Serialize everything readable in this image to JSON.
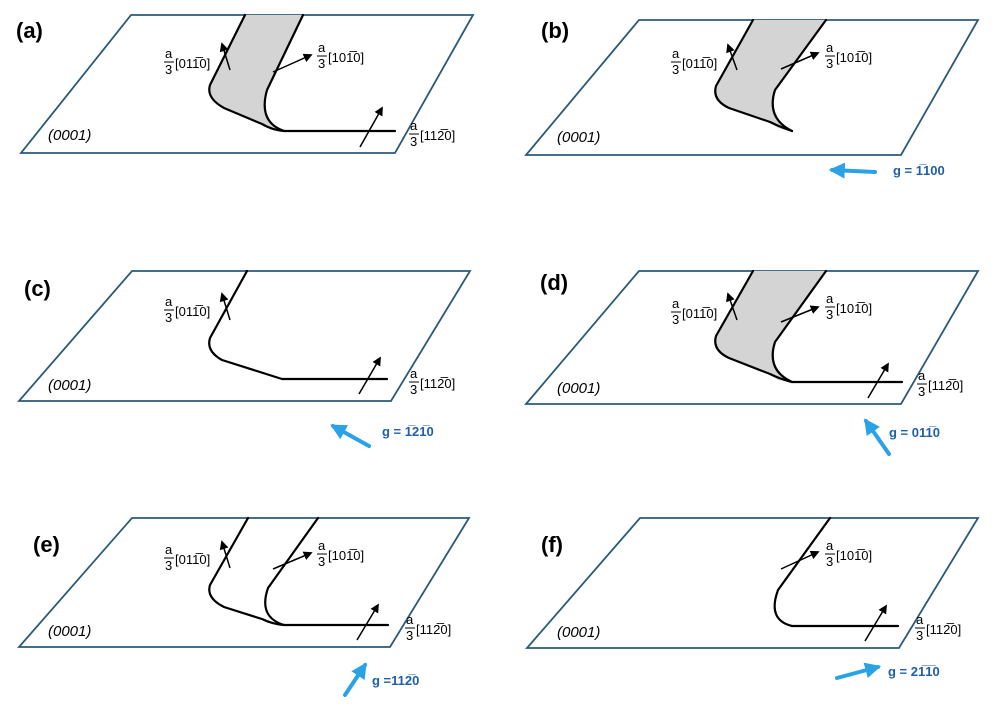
{
  "panels": [
    {
      "label": "(a)",
      "plane": "(0001)",
      "burgers": [
        {
          "prefix": "a",
          "den": "3",
          "vector": "[011̅0]"
        },
        {
          "prefix": "a",
          "den": "3",
          "vector": "[101̅0]"
        },
        {
          "prefix": "a",
          "den": "3",
          "vector": "[112̅0]"
        }
      ],
      "g_vector": ""
    },
    {
      "label": "(b)",
      "plane": "(0001)",
      "burgers": [
        {
          "prefix": "a",
          "den": "3",
          "vector": "[011̅0]"
        },
        {
          "prefix": "a",
          "den": "3",
          "vector": "[101̅0]"
        }
      ],
      "g_vector": "g = 1̅100"
    },
    {
      "label": "(c)",
      "plane": "(0001)",
      "burgers": [
        {
          "prefix": "a",
          "den": "3",
          "vector": "[011̅0]"
        },
        {
          "prefix": "a",
          "den": "3",
          "vector": "[112̅0]"
        }
      ],
      "g_vector": "g = 1̅21̅0"
    },
    {
      "label": "(d)",
      "plane": "(0001)",
      "burgers": [
        {
          "prefix": "a",
          "den": "3",
          "vector": "[011̅0]"
        },
        {
          "prefix": "a",
          "den": "3",
          "vector": "[101̅0]"
        },
        {
          "prefix": "a",
          "den": "3",
          "vector": "[112̅0]"
        }
      ],
      "g_vector": "g = 011̅0"
    },
    {
      "label": "(e)",
      "plane": "(0001)",
      "burgers": [
        {
          "prefix": "a",
          "den": "3",
          "vector": "[011̅0]"
        },
        {
          "prefix": "a",
          "den": "3",
          "vector": "[101̅0]"
        },
        {
          "prefix": "a",
          "den": "3",
          "vector": "[112̅0]"
        }
      ],
      "g_vector": "g =112̅0"
    },
    {
      "label": "(f)",
      "plane": "(0001)",
      "burgers": [
        {
          "prefix": "a",
          "den": "3",
          "vector": "[101̅0]"
        },
        {
          "prefix": "a",
          "den": "3",
          "vector": "[112̅0]"
        }
      ],
      "g_vector": "g = 21̅1̅0"
    }
  ],
  "colors": {
    "plane_edge": "#2b5a78",
    "g_arrow": "#2aa2e6",
    "g_text": "#1f5fa8",
    "stacking_fault": "#d4d4d4"
  }
}
